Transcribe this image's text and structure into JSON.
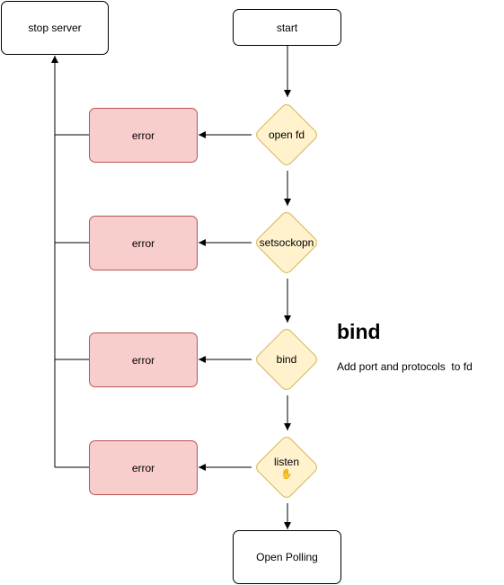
{
  "nodes": {
    "start": "start",
    "stop_server": "stop server",
    "open_fd": "open fd",
    "setsockopn": "setsockopn",
    "bind": "bind",
    "listen": "listen",
    "listen_icon": "✋",
    "open_polling": "Open Polling",
    "errors": [
      "error",
      "error",
      "error",
      "error"
    ]
  },
  "note": {
    "title": "bind",
    "body": "Add port and protocols  to fd"
  },
  "colors": {
    "error_fill": "#f8cecc",
    "error_stroke": "#b85450",
    "decision_fill": "#fff2cc",
    "decision_stroke": "#d6b656"
  }
}
